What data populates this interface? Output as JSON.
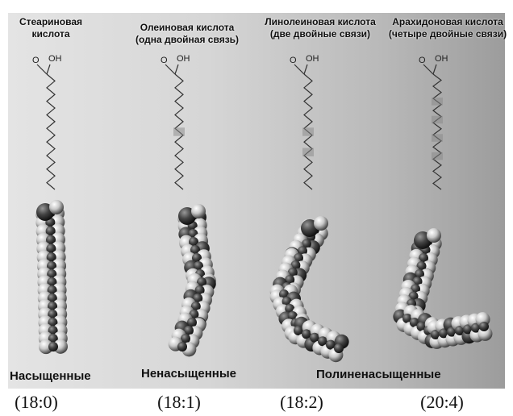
{
  "acids": [
    {
      "name_line1": "Стеариновая",
      "name_line2": "кислота",
      "ratio": "(18:0)"
    },
    {
      "name_line1": "Олеиновая кислота",
      "name_line2": "(одна двойная связь)",
      "ratio": "(18:1)"
    },
    {
      "name_line1": "Линолеиновая кислота",
      "name_line2": "(две двойные связи)",
      "ratio": "(18:2)"
    },
    {
      "name_line1": "Арахидоновая кислота",
      "name_line2": "(четыре двойные связи)",
      "ratio": "(20:4)"
    }
  ],
  "categories": {
    "saturated": "Насыщенные",
    "unsaturated": "Ненасыщенные",
    "polyunsaturated": "Полиненасыщенные"
  },
  "atom_labels": {
    "oxygen": "O",
    "hydroxyl": "OH"
  }
}
